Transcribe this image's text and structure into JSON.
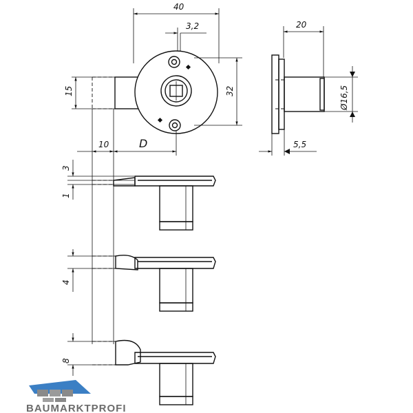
{
  "drawing": {
    "dimensions": {
      "width_top": "40",
      "pin_spacing": "3,2",
      "depth_side": "20",
      "height_15": "15",
      "diameter_32": "32",
      "diameter_16_5": "Ø16,5",
      "offset_10": "10",
      "backset_d": "D",
      "flange_5_5": "5,5",
      "throw_3": "3",
      "throw_1": "1",
      "throw_4": "4",
      "throw_8": "8"
    }
  },
  "logo": {
    "text": "BAUMARKTPROFI",
    "accent_color": "#3b7fc4"
  }
}
